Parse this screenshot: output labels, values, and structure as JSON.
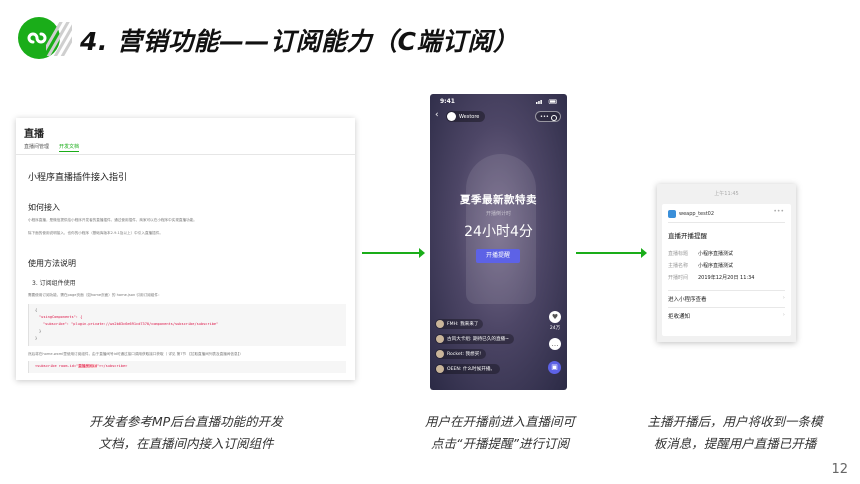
{
  "header": {
    "title": "4. 营销功能——订阅能力（C端订阅）",
    "logo_icon": "miniprogram-logo-icon"
  },
  "doc": {
    "title": "直播",
    "tabs": [
      "直播间管理",
      "开发文档"
    ],
    "active_tab": 1,
    "heading": "小程序直播插件接入指引",
    "section1": "如何接入",
    "p1": "小程序直播，是微信提供给小程序开发者的直播插件。通过使用插件，商家可以在小程序中实现直播功能。",
    "p2": "除下面的使用说明接入，也你的小程序（基础库版本2.9.1及以上）中引入直播插件。",
    "section2": "使用方法说明",
    "sub1": "3. 订阅组件使用",
    "p3": "需要使用订阅功能，需在page页面（如home页面）的 home.json 引用订阅组件：",
    "code1": [
      "{",
      "\"usingComponents\": {",
      "\"subscribe\": \"plugin-private://wx2b03c6e691cd7370/components/subscribe/subscribe\"",
      "}",
      "}"
    ],
    "p4": "然后将在home.wxml里使用订阅组件，由于直播间号id可通过接口调用获取接口获取（ 详见 第7节 【拉取直播间列表及直播间信息】）",
    "code2_a": "<subscribe room-id=\"",
    "code2_b": "直播房间id",
    "code2_c": "\"></subscribe>"
  },
  "phone": {
    "time": "9:41",
    "store": "Westore",
    "headline": "夏季最新款特卖",
    "sub": "开播倒计时",
    "countdown": "24小时4分",
    "remind_button": "开播提醒",
    "likes": "24万",
    "comments": [
      {
        "text": "FMH: 我来来了"
      },
      {
        "text": "古风大卡组: 期待已久的直播~"
      },
      {
        "text": "Rocket: 我想买!"
      },
      {
        "text": "OEEN: 什么时候开播。"
      }
    ]
  },
  "notification": {
    "time": "上午11:45",
    "app_name": "weapp_test02",
    "title": "直播开播提醒",
    "rows": [
      {
        "key": "直播标题",
        "value": "小程序直播测试"
      },
      {
        "key": "主播名称",
        "value": "小程序直播测试"
      },
      {
        "key": "开播时间",
        "value": "2019年12月20日 11:34"
      }
    ],
    "link1": "进入小程序查看",
    "link2": "拒收通知"
  },
  "captions": {
    "left": [
      "开发者参考MP后台直播功能的开发",
      "文档，在直播间内接入订阅组件"
    ],
    "middle": [
      "用户在开播前进入直播间可",
      "点击“开播提醒”进行订阅"
    ],
    "right": [
      "主播开播后，用户将收到一条模",
      "板消息，提醒用户直播已开播"
    ]
  },
  "page_number": "12",
  "colors": {
    "accent_green": "#1aad19",
    "remind_button": "#5d62e6"
  }
}
